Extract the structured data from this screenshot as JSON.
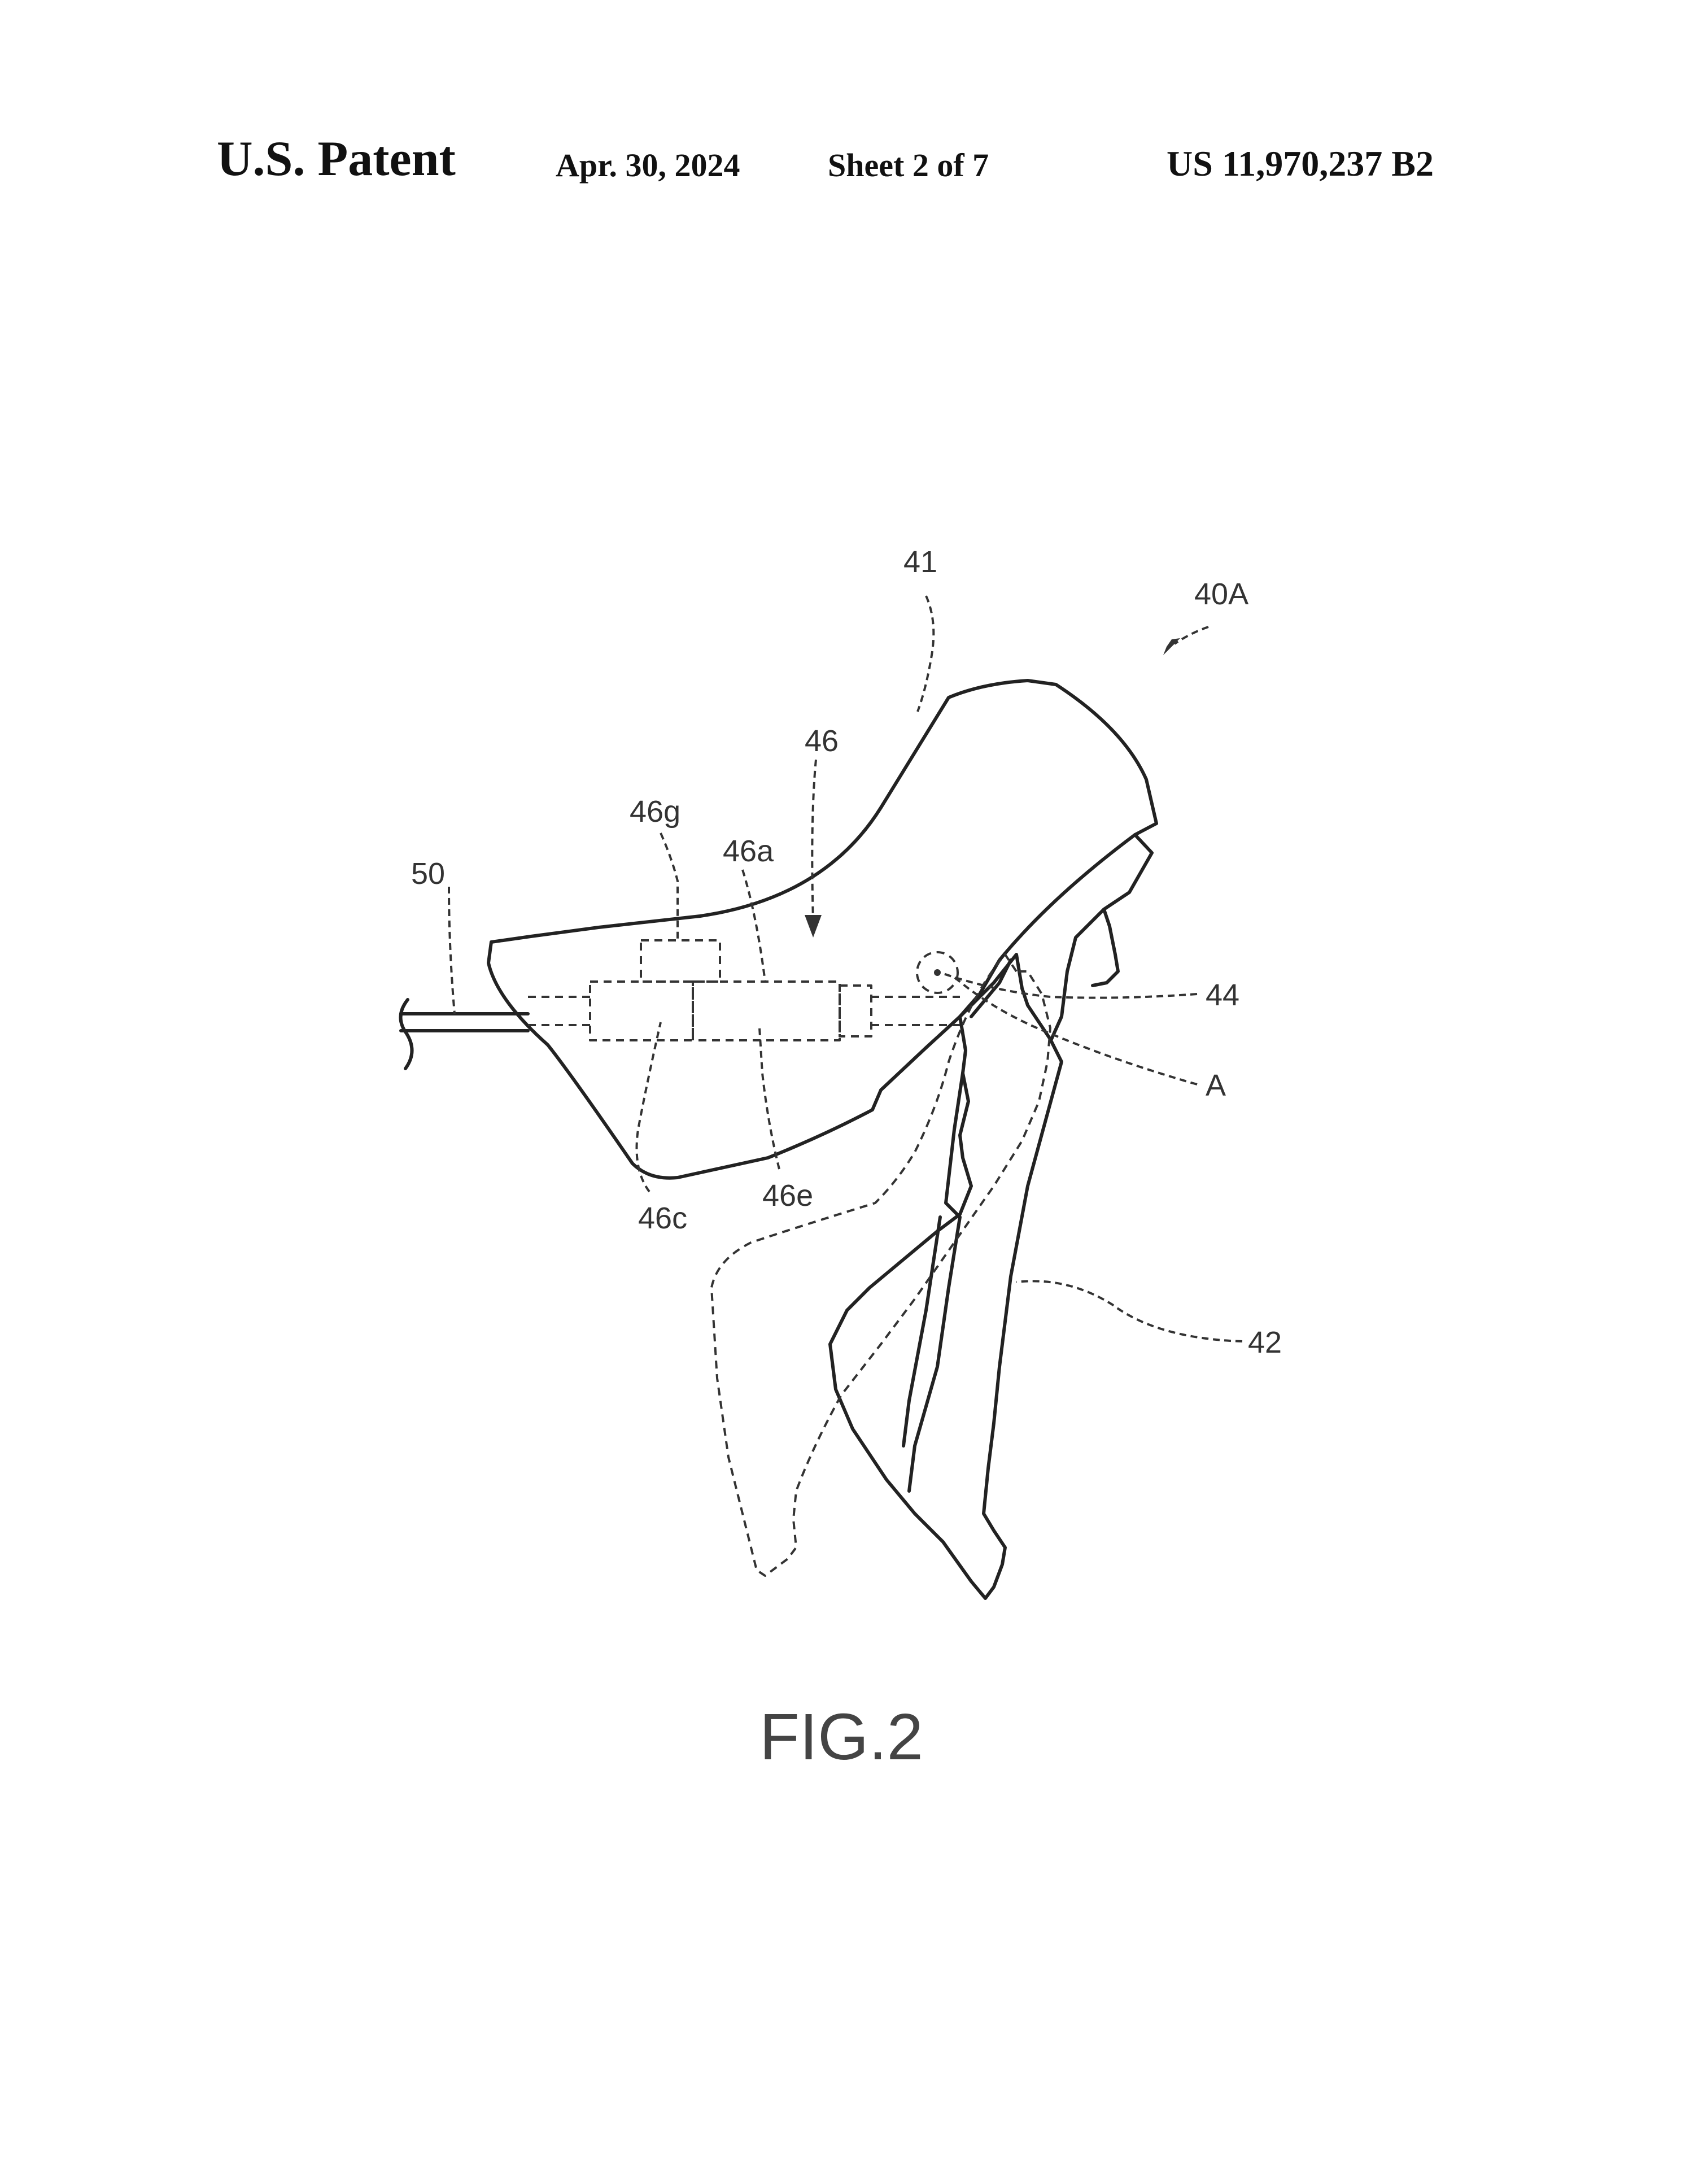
{
  "header": {
    "title": "U.S. Patent",
    "date": "Apr. 30, 2024",
    "sheet": "Sheet 2 of 7",
    "patent_number": "US 11,970,237 B2"
  },
  "figure": {
    "label": "FIG.2",
    "reference_numerals": {
      "r41": "41",
      "r40A": "40A",
      "r46": "46",
      "r46g": "46g",
      "r46a": "46a",
      "r50": "50",
      "r44": "44",
      "rA": "A",
      "r46c": "46c",
      "r46e": "46e",
      "r42": "42"
    }
  }
}
